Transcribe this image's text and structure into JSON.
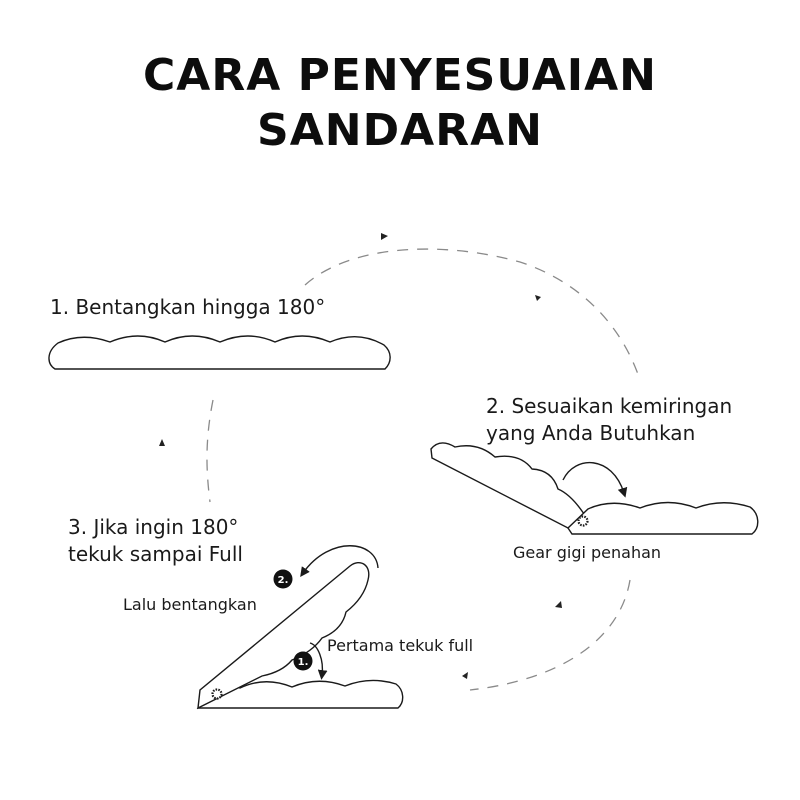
{
  "title": {
    "line1": "CARA PENYESUAIAN",
    "line2": "SANDARAN"
  },
  "steps": {
    "step1": "1. Bentangkan hingga 180°",
    "step2_line1": "2. Sesuaikan kemiringan",
    "step2_line2": "yang Anda Butuhkan",
    "step3_line1": "3. Jika ingin 180°",
    "step3_line2": "tekuk sampai Full"
  },
  "annotations": {
    "gear": "Gear gigi penahan",
    "then_unfold": "Lalu bentangkan",
    "first_fold": "Pertama tekuk full",
    "badge_1": "1.",
    "badge_2": "2."
  },
  "colors": {
    "ink": "#1a1a1a",
    "badge": "#111111",
    "dash": "#8a8a8a"
  }
}
